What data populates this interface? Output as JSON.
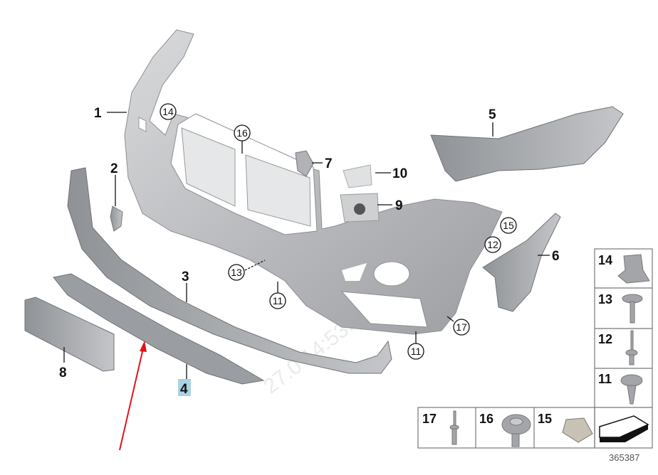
{
  "diagram_number": "365387",
  "watermark": "27.0 14:53:12",
  "highlight_color": "#a9d3e4",
  "arrow_color": "#e0141a",
  "callouts": {
    "p1": "1",
    "p2": "2",
    "p3": "3",
    "p4": "4",
    "p5": "5",
    "p6": "6",
    "p7": "7",
    "p8": "8",
    "p9": "9",
    "p10": "10",
    "c14": "14",
    "c16": "16",
    "c15": "15",
    "c12": "12",
    "c13": "13",
    "c11a": "11",
    "c11b": "11",
    "c17": "17"
  },
  "parts_table": {
    "right_column": [
      "14",
      "13",
      "12",
      "11"
    ],
    "bottom_row": [
      "17",
      "16",
      "15"
    ]
  }
}
